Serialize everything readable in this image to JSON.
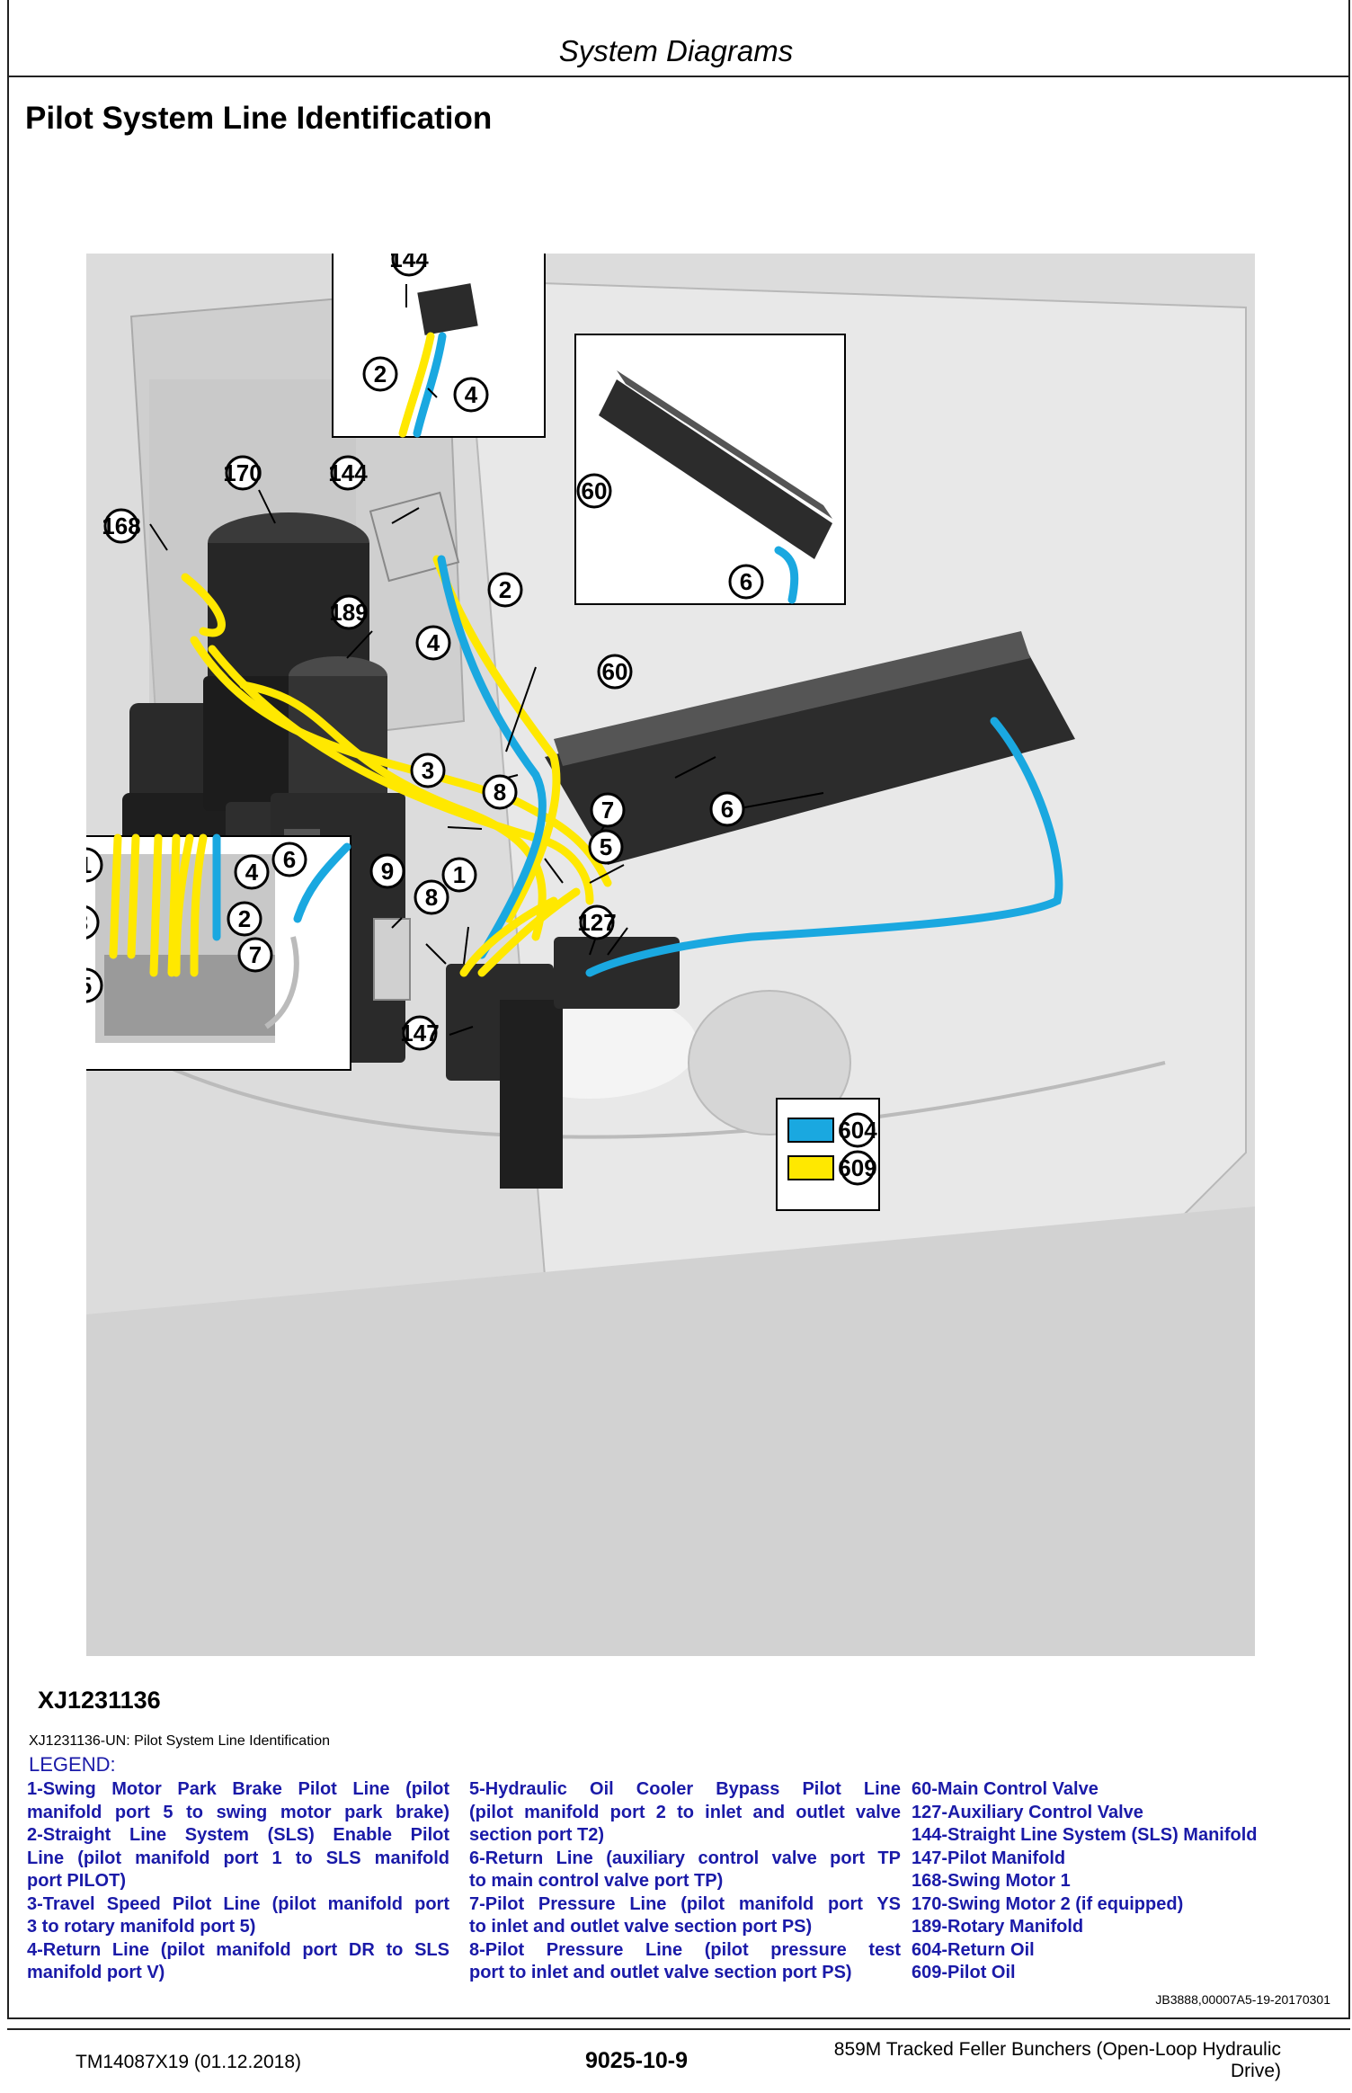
{
  "header": {
    "title": "System Diagrams"
  },
  "section": {
    "title": "Pilot System Line Identification"
  },
  "figure": {
    "id": "XJ1231136",
    "caption": "XJ1231136-UN: Pilot System Line Identification",
    "callouts": {
      "c1": "1",
      "c2": "2",
      "c3": "3",
      "c4": "4",
      "c5": "5",
      "c6": "6",
      "c7": "7",
      "c8": "8",
      "c9": "9",
      "c60": "60",
      "c127": "127",
      "c144": "144",
      "c147": "147",
      "c168": "168",
      "c170": "170",
      "c189": "189",
      "c604": "604",
      "c609": "609"
    },
    "colors": {
      "return_oil": "#1aa8e0",
      "pilot_oil": "#ffe800"
    }
  },
  "legend": {
    "heading": "LEGEND:",
    "col1": [
      "1-Swing Motor Park Brake Pilot Line (pilot",
      "manifold port 5 to swing motor park brake)",
      "2-Straight Line System (SLS) Enable Pilot",
      "Line (pilot manifold port 1 to SLS manifold",
      "port PILOT)",
      "3-Travel Speed Pilot Line (pilot manifold port",
      "3 to rotary manifold port 5)",
      "4-Return Line (pilot manifold port DR to SLS",
      "manifold port V)"
    ],
    "col2": [
      "5-Hydraulic Oil Cooler Bypass Pilot Line",
      "(pilot manifold port 2 to inlet and outlet valve",
      "section port T2)",
      "6-Return Line (auxiliary control valve port TP",
      "to main control valve port TP)",
      "7-Pilot Pressure Line (pilot manifold port YS",
      "to inlet and outlet valve section port PS)",
      "8-Pilot Pressure Line (pilot pressure test",
      "port to inlet and outlet valve section port PS)"
    ],
    "col3": [
      "60-Main Control Valve",
      "127-Auxiliary Control Valve",
      "144-Straight Line System (SLS) Manifold",
      "147-Pilot Manifold",
      "168-Swing Motor 1",
      "170-Swing Motor 2 (if equipped)",
      "189-Rotary Manifold",
      "604-Return Oil",
      "609-Pilot Oil"
    ]
  },
  "doc_ref": "JB3888,00007A5-19-20170301",
  "footer": {
    "left": "TM14087X19 (01.12.2018)",
    "center": "9025-10-9",
    "right_line1": "859M Tracked Feller Bunchers (Open-Loop Hydraulic",
    "right_line2": "Drive)"
  }
}
